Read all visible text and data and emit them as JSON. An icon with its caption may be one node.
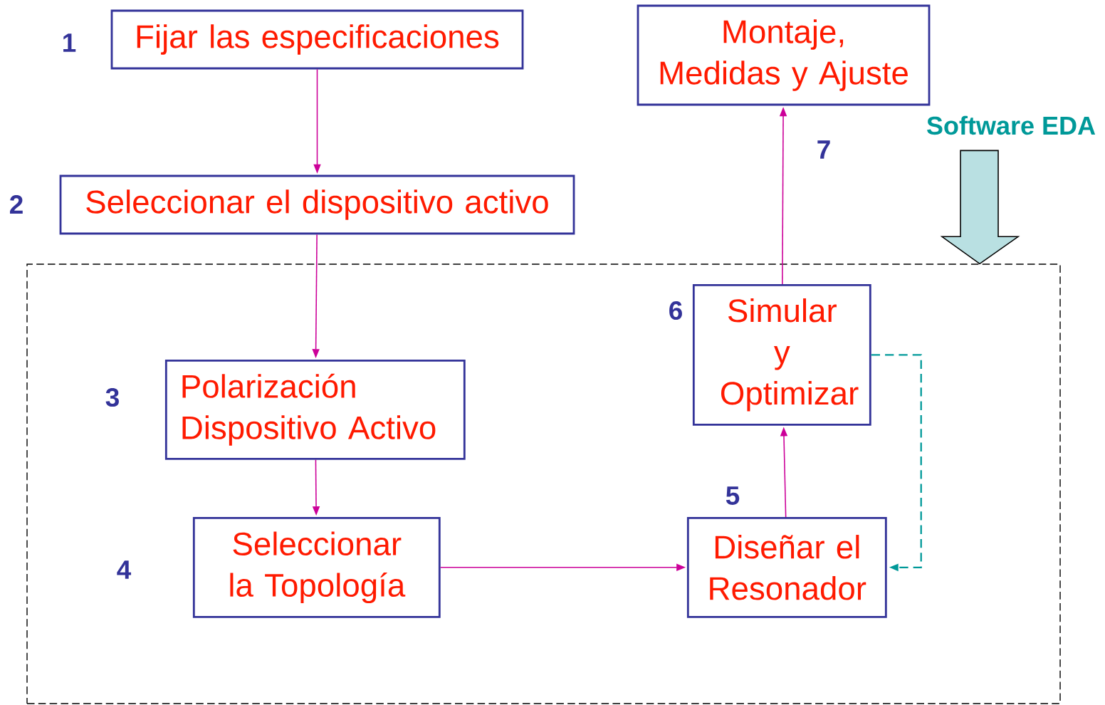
{
  "diagram": {
    "nodes": [
      {
        "text": [
          "Fijar las especificaciones"
        ],
        "beside": [
          "1"
        ]
      },
      {
        "text": [
          "Montaje, Medidas y Ajuste"
        ]
      },
      {
        "text": [
          "Software EDA"
        ]
      },
      {
        "text": [
          "Seleccionar el dispositivo activo"
        ],
        "beside": [
          "2"
        ]
      },
      {
        "text": [],
        "shape": "box"
      },
      {
        "text": [
          "Simular y Optimizar"
        ],
        "in": 4,
        "beside": [
          "6"
        ]
      },
      {
        "text": [
          "Polarización Dispositivo Activo"
        ],
        "in": 4,
        "beside": [
          "3"
        ]
      },
      {
        "text": [
          "Seleccionar la Topología"
        ],
        "in": 4,
        "beside": [
          "4"
        ]
      },
      {
        "text": [
          "Diseñar el Resonador"
        ],
        "in": 4,
        "beside": [
          "5"
        ]
      }
    ],
    "edges": [
      {
        "from": 0,
        "to": 3,
        "arrow": "to"
      },
      {
        "from": 3,
        "to": 6,
        "arrow": "to"
      },
      {
        "from": 6,
        "to": 7,
        "arrow": "to"
      },
      {
        "from": 7,
        "to": 8,
        "arrow": "to"
      },
      {
        "from": 8,
        "to": 5,
        "arrow": "to"
      },
      {
        "from": 5,
        "to": 1,
        "arrow": "to"
      },
      {
        "from": 5,
        "to": 8,
        "arrow": "to",
        "style": "dashed",
        "color": "#009999"
      },
      {
        "from": 2,
        "to": 4,
        "arrow": "to",
        "style": "thick",
        "color": "#b9e0e2"
      }
    ],
    "labels": [
      "7"
    ]
  }
}
